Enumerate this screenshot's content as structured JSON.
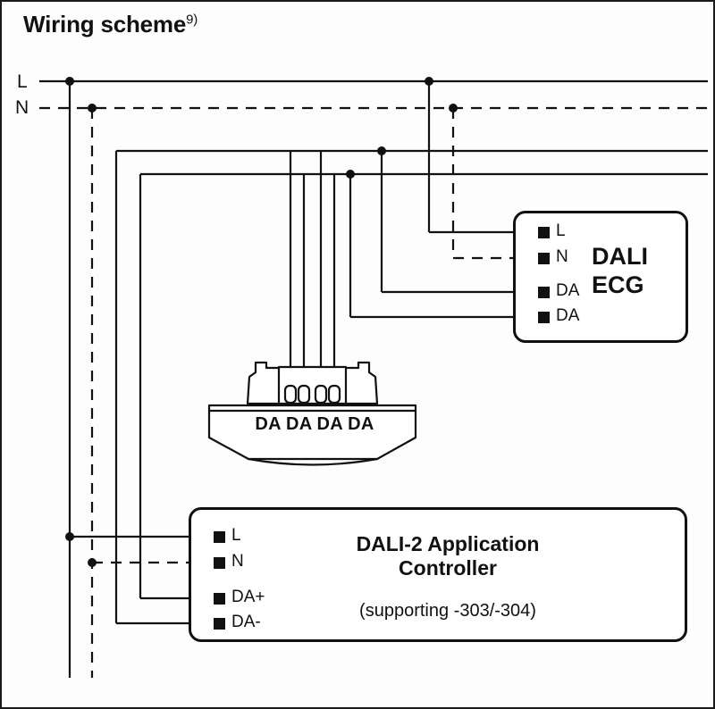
{
  "title": {
    "text": "Wiring scheme",
    "footnote": "9)"
  },
  "mains": {
    "live_label": "L",
    "neutral_label": "N"
  },
  "ecg": {
    "name_line1": "DALI",
    "name_line2": "ECG",
    "terminals": [
      {
        "label": "L"
      },
      {
        "label": "N"
      },
      {
        "label": "DA"
      },
      {
        "label": "DA"
      }
    ]
  },
  "controller": {
    "name": "DALI-2 Application Controller",
    "name_line1": "DALI-2 Application",
    "name_line2": "Controller",
    "subtitle": "(supporting -303/-304)",
    "terminals": [
      {
        "label": "L"
      },
      {
        "label": "N"
      },
      {
        "label": "DA+"
      },
      {
        "label": "DA-"
      }
    ]
  },
  "sensor": {
    "terminal_labels": "DA DA DA DA",
    "terminal_count": 4
  },
  "colors": {
    "line": "#111111",
    "background": "#fdfdfd",
    "terminal": "#111111"
  }
}
